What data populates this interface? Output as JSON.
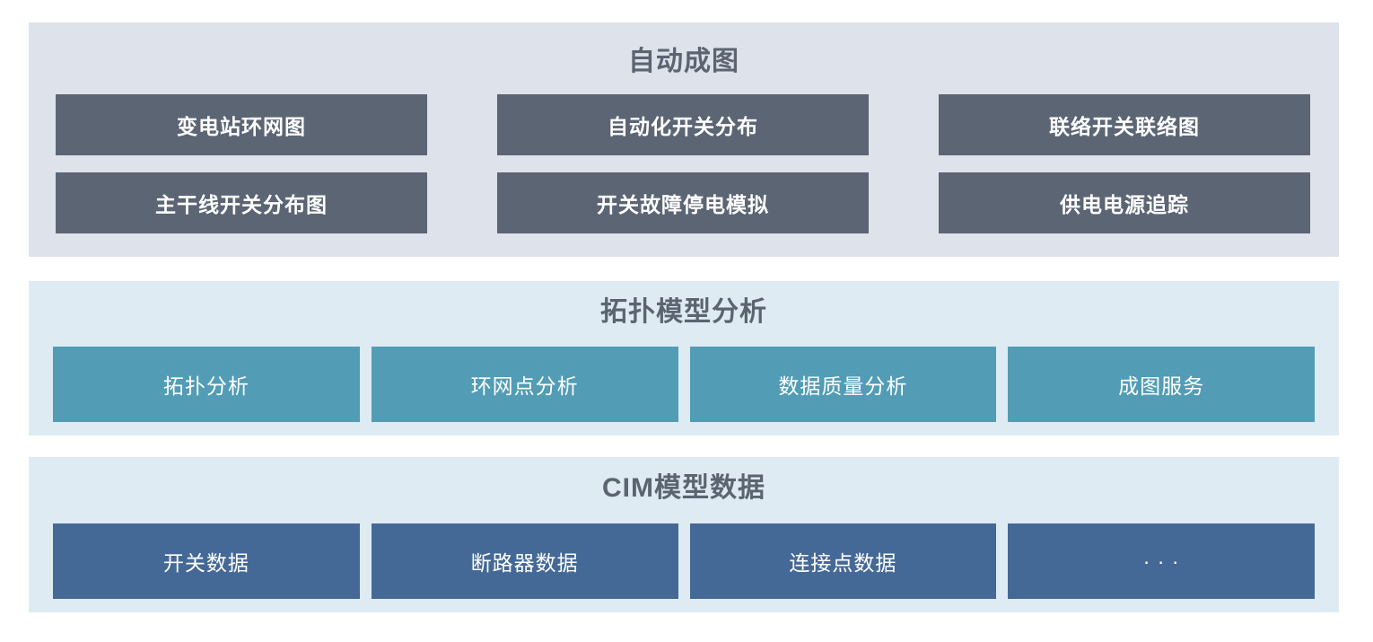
{
  "colors": {
    "page_background": "#ffffff",
    "top_section_background": "#dee2eb",
    "light_section_background": "#deebf2",
    "dark_slate_block": "#5c6573",
    "teal_block": "#529cb5",
    "blue_block": "#456996",
    "title_text": "#5b6470",
    "block_text": "#ffffff"
  },
  "sections": [
    {
      "title": "自动成图",
      "buttons": [
        "变电站环网图",
        "自动化开关分布",
        "联络开关联络图",
        "主干线开关分布图",
        "开关故障停电模拟",
        "供电电源追踪"
      ]
    },
    {
      "title": "拓扑模型分析",
      "buttons": [
        "拓扑分析",
        "环网点分析",
        "数据质量分析",
        "成图服务"
      ]
    },
    {
      "title": "CIM模型数据",
      "buttons": [
        "开关数据",
        "断路器数据",
        "连接点数据",
        "· · ·"
      ]
    }
  ]
}
